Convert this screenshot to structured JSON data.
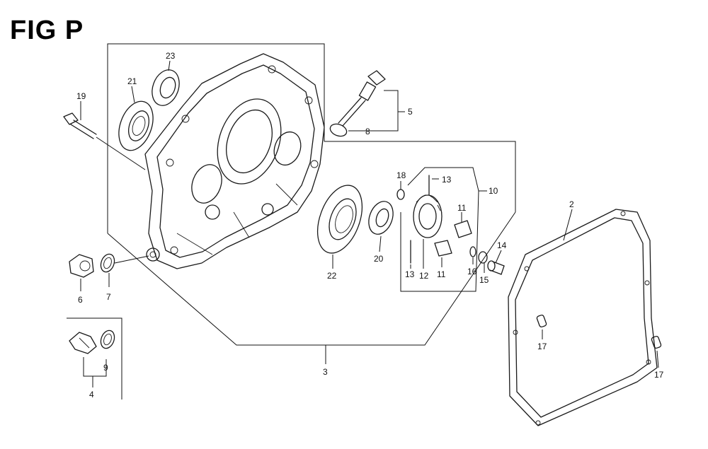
{
  "figure": {
    "title": "FIG P"
  },
  "callouts": [
    {
      "id": "c23",
      "text": "23"
    },
    {
      "id": "c21",
      "text": "21"
    },
    {
      "id": "c19",
      "text": "19"
    },
    {
      "id": "c5",
      "text": "5"
    },
    {
      "id": "c8",
      "text": "8"
    },
    {
      "id": "c18",
      "text": "18"
    },
    {
      "id": "c13a",
      "text": "13"
    },
    {
      "id": "c10",
      "text": "10"
    },
    {
      "id": "c11a",
      "text": "11"
    },
    {
      "id": "c14",
      "text": "14"
    },
    {
      "id": "c2",
      "text": "2"
    },
    {
      "id": "c22",
      "text": "22"
    },
    {
      "id": "c20",
      "text": "20"
    },
    {
      "id": "c13b",
      "text": "13"
    },
    {
      "id": "c12",
      "text": "12"
    },
    {
      "id": "c11b",
      "text": "11"
    },
    {
      "id": "c16",
      "text": "16"
    },
    {
      "id": "c15",
      "text": "15"
    },
    {
      "id": "c6",
      "text": "6"
    },
    {
      "id": "c7",
      "text": "7"
    },
    {
      "id": "c17a",
      "text": "17"
    },
    {
      "id": "c17b",
      "text": "17"
    },
    {
      "id": "c9",
      "text": "9"
    },
    {
      "id": "c4",
      "text": "4"
    },
    {
      "id": "c3",
      "text": "3"
    }
  ]
}
